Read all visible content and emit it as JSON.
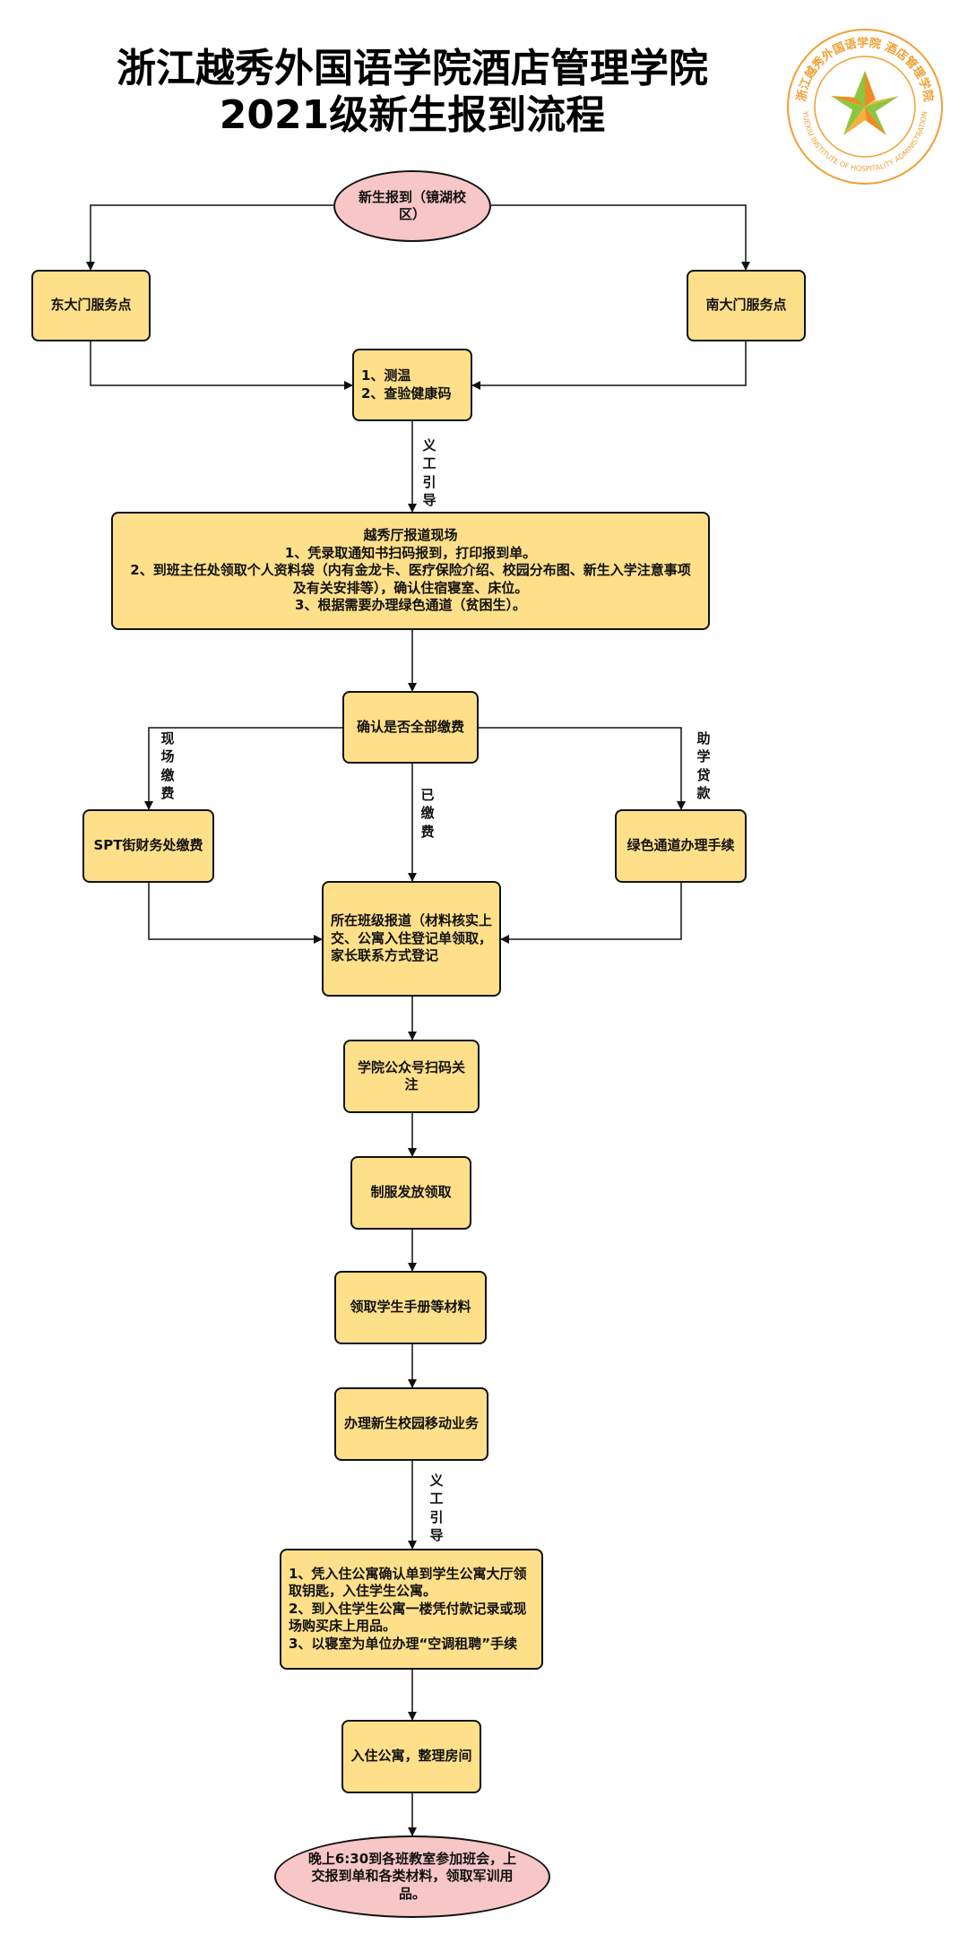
{
  "title": {
    "line1": "浙江越秀外国语学院酒店管理学院",
    "line2": "2021级新生报到流程"
  },
  "logo": {
    "ring_text_top": "浙江越秀外国语学院 酒店管理学院",
    "ring_text_bottom": "YUEXIU INSTITUTE OF HOSPITALITY ADMINISTRATION",
    "color": "#f0a033"
  },
  "colors": {
    "box_fill": "#ffe08a",
    "ellipse_fill": "#f7c6c7",
    "stroke": "#111111"
  },
  "nodes": {
    "start": "新生报到（镜湖校区）",
    "east_gate": "东大门服务点",
    "south_gate": "南大门服务点",
    "health_check": "1、测温\n2、查验健康码",
    "registration": "越秀厅报道现场\n1、凭录取通知书扫码报到，打印报到单。\n2、到班主任处领取个人资料袋（内有金龙卡、医疗保险介绍、校园分布图、新生入学注意事项及有关安排等），确认住宿寝室、床位。\n3、根据需要办理绿色通道（贫困生）。",
    "payment_check": "确认是否全部缴费",
    "spt_payment": "SPT街财务处缴费",
    "green_channel": "绿色通道办理手续",
    "class_report": "所在班级报道（材料核实上交、公寓入住登记单领取，家长联系方式登记",
    "wechat_follow": "学院公众号扫码关注",
    "uniform": "制服发放领取",
    "handbook": "领取学生手册等材料",
    "mobile": "办理新生校园移动业务",
    "dorm_steps": "1、凭入住公寓确认单到学生公寓大厅领取钥匙，入住学生公寓。\n2、到入住学生公寓一楼凭付款记录或现场购买床上用品。\n3、以寝室为单位办理“空调租聘”手续",
    "move_in": "入住公寓，整理房间",
    "end": "晚上6:30到各班教室参加班会，上交报到单和各类材料，领取军训用品。"
  },
  "edge_labels": {
    "volunteer_1": "义工引导",
    "onsite_pay": "现场缴费",
    "paid": "已缴费",
    "student_loan": "助学贷款",
    "volunteer_2": "义工引导"
  }
}
